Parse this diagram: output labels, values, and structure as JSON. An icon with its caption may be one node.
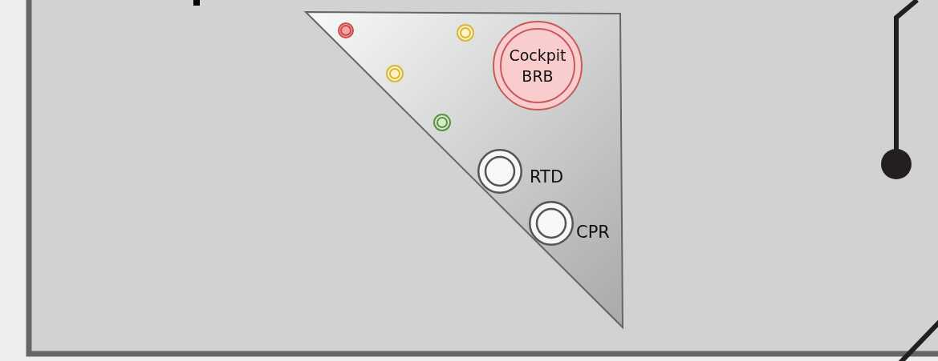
{
  "diagram": {
    "nodes": [
      {
        "text": [
          "Cockpit BRB"
        ]
      },
      {
        "text": [],
        "shape": "circle",
        "beside": [
          "RTD"
        ]
      },
      {
        "text": [],
        "shape": "circle",
        "beside": [
          "CPR"
        ]
      },
      {
        "text": [],
        "shape": "circle"
      },
      {
        "text": [],
        "shape": "circle"
      },
      {
        "text": [],
        "shape": "circle"
      },
      {
        "text": [],
        "shape": "circle"
      }
    ]
  }
}
